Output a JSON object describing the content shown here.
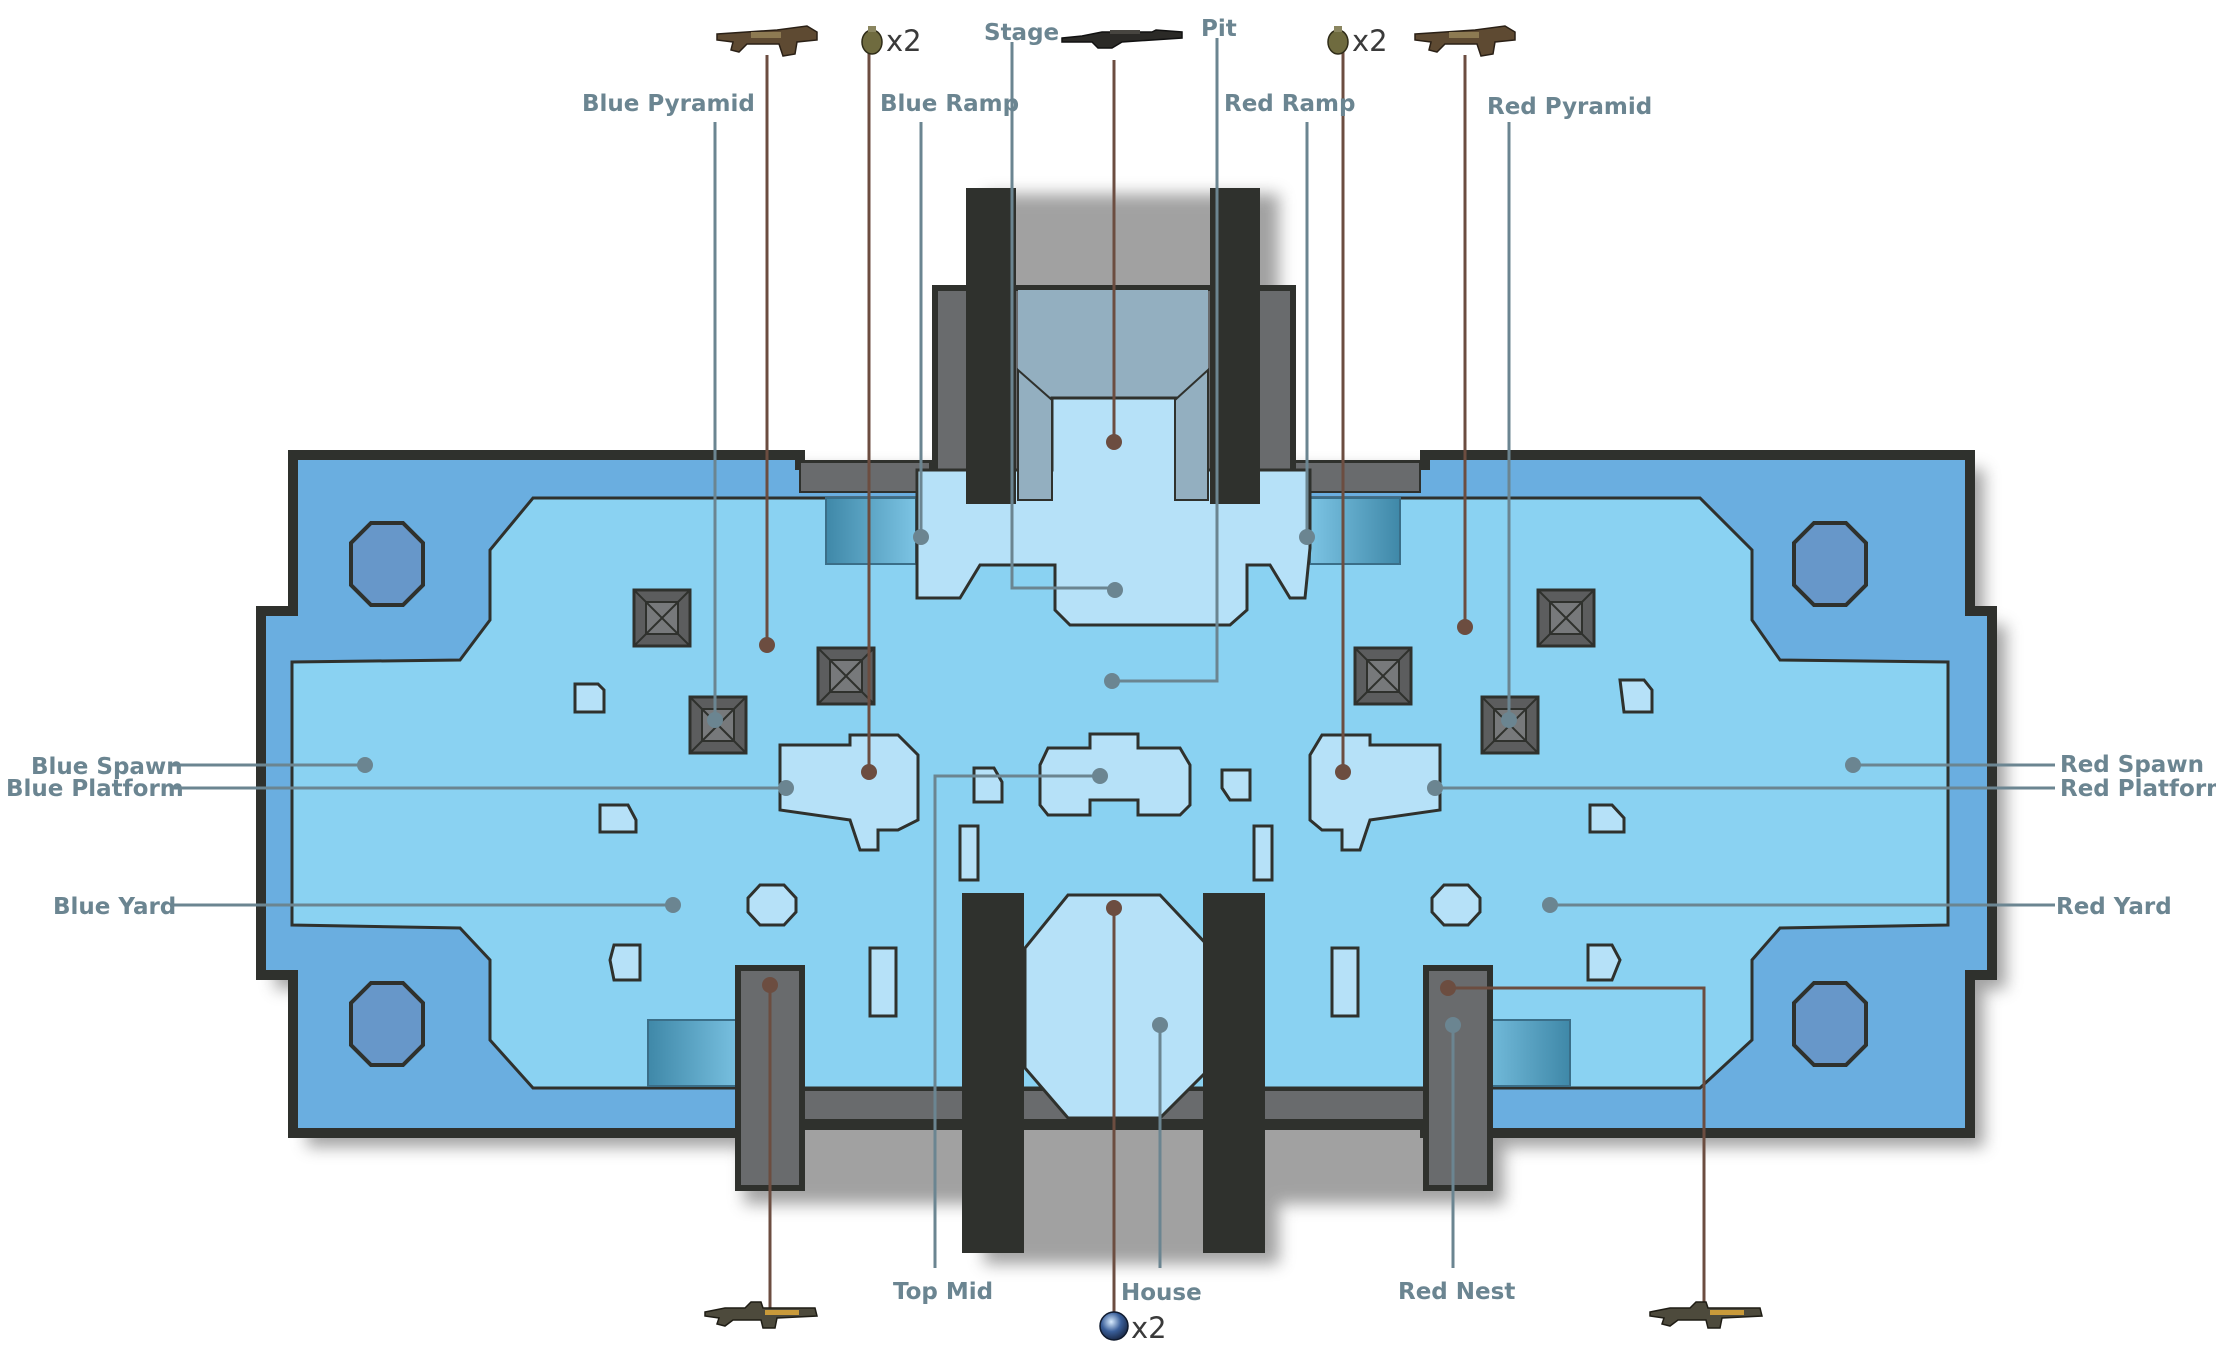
{
  "map": {
    "colors": {
      "outer_floor": "#6aaee0",
      "inner_floor": "#8ad2f2",
      "raised": "#b6e1f8",
      "wall": "#2f312d",
      "wall_light": "#696b6d",
      "pillar": "#6797c9",
      "label_line": "#6b8591",
      "pickup_line": "#6c4d40",
      "text": "#6b8591"
    },
    "labels": {
      "blue_pyramid": "Blue Pyramid",
      "blue_ramp": "Blue Ramp",
      "stage": "Stage",
      "pit": "Pit",
      "red_ramp": "Red Ramp",
      "red_pyramid": "Red Pyramid",
      "blue_spawn": "Blue Spawn",
      "blue_platform": "Blue Platform",
      "blue_yard": "Blue Yard",
      "red_spawn": "Red Spawn",
      "red_platform": "Red Platform",
      "red_yard": "Red Yard",
      "top_mid": "Top Mid",
      "house": "House",
      "red_nest": "Red Nest"
    },
    "pickups": {
      "blue_grenade_count": "x2",
      "red_grenade_count": "x2",
      "house_orb_count": "x2",
      "icons": [
        "assault-rifle-icon",
        "frag-grenade-icon",
        "sniper-rifle-icon",
        "frag-grenade-icon",
        "assault-rifle-icon",
        "battle-rifle-icon",
        "overshield-orb-icon",
        "battle-rifle-icon"
      ]
    }
  }
}
